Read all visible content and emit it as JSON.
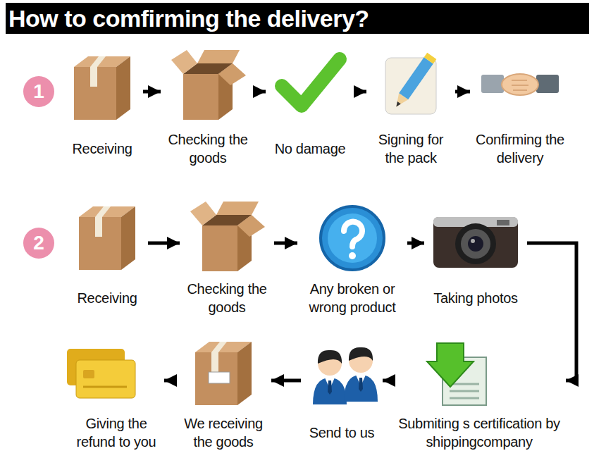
{
  "diagram": {
    "title": "How to comfirming the delivery?",
    "nodes": [
      {
        "text": [
          "1"
        ]
      },
      {
        "text": [
          "Receiving"
        ]
      },
      {
        "text": [
          "Checking the goods"
        ]
      },
      {
        "text": [
          "No damage"
        ]
      },
      {
        "text": [
          "Signing for the pack"
        ]
      },
      {
        "text": [
          "Confirming the delivery"
        ]
      },
      {
        "text": [
          "2"
        ]
      },
      {
        "text": [
          "Receiving"
        ]
      },
      {
        "text": [
          "Checking the goods"
        ]
      },
      {
        "text": [
          "Any broken or wrong product"
        ]
      },
      {
        "text": [
          "Taking photos"
        ]
      },
      {
        "text": [
          "Submiting s certification by shippingcompany"
        ]
      },
      {
        "text": [
          "Send to us"
        ]
      },
      {
        "text": [
          "We receiving the goods"
        ]
      },
      {
        "text": [
          "Giving the refund to you"
        ]
      }
    ],
    "edges": [
      {
        "from": 1,
        "to": 2,
        "arrow": "to"
      },
      {
        "from": 2,
        "to": 3,
        "arrow": "to"
      },
      {
        "from": 3,
        "to": 4,
        "arrow": "to"
      },
      {
        "from": 4,
        "to": 5,
        "arrow": "to"
      },
      {
        "from": 7,
        "to": 8,
        "arrow": "to"
      },
      {
        "from": 8,
        "to": 9,
        "arrow": "to"
      },
      {
        "from": 9,
        "to": 10,
        "arrow": "to"
      },
      {
        "from": 10,
        "to": 11,
        "arrow": "to"
      },
      {
        "from": 11,
        "to": 12,
        "arrow": "to"
      },
      {
        "from": 12,
        "to": 13,
        "arrow": "to"
      },
      {
        "from": 13,
        "to": 14,
        "arrow": "to"
      }
    ]
  }
}
